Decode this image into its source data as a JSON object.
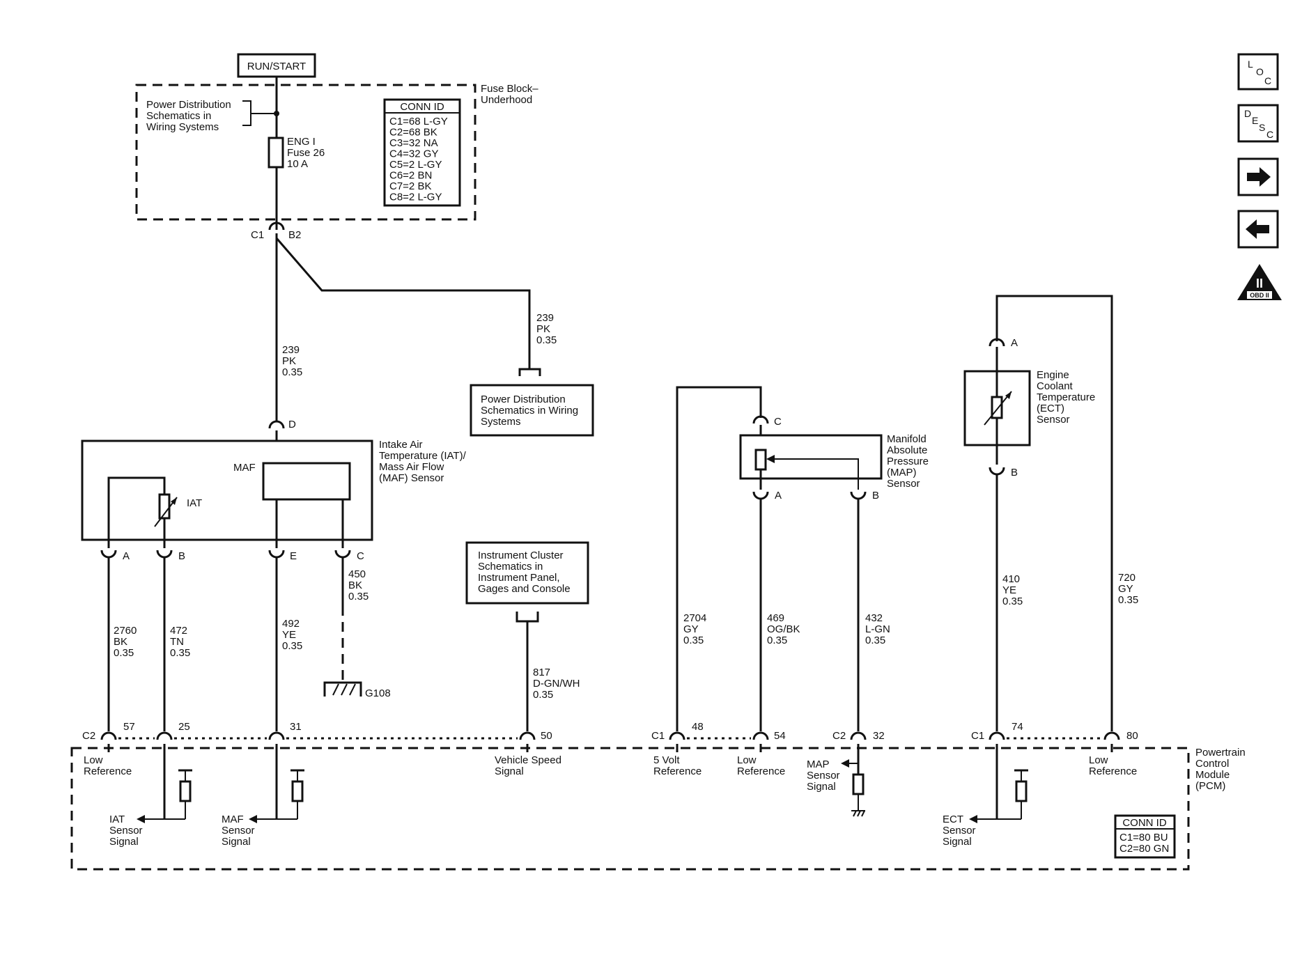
{
  "power_source": "RUN/START",
  "fuse_block": {
    "title_line1": "Fuse Block–",
    "title_line2": "Underhood",
    "ref_line1": "Power Distribution",
    "ref_line2": "Schematics in",
    "ref_line3": "Wiring Systems",
    "fuse_line1": "ENG I",
    "fuse_line2": "Fuse 26",
    "fuse_line3": "10 A",
    "conn_id": {
      "title": "CONN ID",
      "rows": [
        "C1=68 L-GY",
        "C2=68 BK",
        "C3=32 NA",
        "C4=32 GY",
        "C5=2 L-GY",
        "C6=2 BN",
        "C7=2 BK",
        "C8=2 L-GY"
      ]
    },
    "connector": "C1",
    "pin": "B2"
  },
  "wire_239_main": {
    "circuit": "239",
    "color": "PK",
    "size": "0.35"
  },
  "wire_239_branch": {
    "circuit": "239",
    "color": "PK",
    "size": "0.35"
  },
  "power_dist_ref": {
    "line1": "Power Distribution",
    "line2": "Schematics in Wiring",
    "line3": "Systems"
  },
  "maf_sensor": {
    "line1": "Intake Air",
    "line2": "Temperature (IAT)/",
    "line3": "Mass Air Flow",
    "line4": "(MAF) Sensor",
    "maf_label": "MAF",
    "iat_label": "IAT",
    "pin_top": "D",
    "pins": [
      "A",
      "B",
      "E",
      "C"
    ]
  },
  "wires_lower": [
    {
      "circuit": "2760",
      "color": "BK",
      "size": "0.35"
    },
    {
      "circuit": "472",
      "color": "TN",
      "size": "0.35"
    },
    {
      "circuit": "492",
      "color": "YE",
      "size": "0.35"
    },
    {
      "circuit": "450",
      "color": "BK",
      "size": "0.35"
    }
  ],
  "ground": "G108",
  "instrument_cluster": {
    "line1": "Instrument Cluster",
    "line2": "Schematics in",
    "line3": "Instrument Panel,",
    "line4": "Gages and Console"
  },
  "wire_817": {
    "circuit": "817",
    "color": "D-GN/WH",
    "size": "0.35"
  },
  "map_sensor": {
    "line1": "Manifold",
    "line2": "Absolute",
    "line3": "Pressure",
    "line4": "(MAP)",
    "line5": "Sensor",
    "pin_c": "C",
    "pin_a": "A",
    "pin_b": "B"
  },
  "wire_2704": {
    "circuit": "2704",
    "color": "GY",
    "size": "0.35"
  },
  "wire_469": {
    "circuit": "469",
    "color": "OG/BK",
    "size": "0.35"
  },
  "wire_432": {
    "circuit": "432",
    "color": "L-GN",
    "size": "0.35"
  },
  "ect_sensor": {
    "line1": "Engine",
    "line2": "Coolant",
    "line3": "Temperature",
    "line4": "(ECT)",
    "line5": "Sensor",
    "pin_a": "A",
    "pin_b": "B"
  },
  "wire_410": {
    "circuit": "410",
    "color": "YE",
    "size": "0.35"
  },
  "wire_720": {
    "circuit": "720",
    "color": "GY",
    "size": "0.35"
  },
  "pcm": {
    "line1": "Powertrain",
    "line2": "Control",
    "line3": "Module",
    "line4": "(PCM)",
    "conn_c2_left": "C2",
    "pin_57": "57",
    "pin_25": "25",
    "pin_31": "31",
    "pin_50": "50",
    "conn_c1_mid": "C1",
    "pin_48": "48",
    "pin_54": "54",
    "conn_c2_mid": "C2",
    "pin_32": "32",
    "conn_c1_right": "C1",
    "pin_74": "74",
    "pin_80": "80",
    "low_ref_1_l1": "Low",
    "low_ref_1_l2": "Reference",
    "iat_sig_l1": "IAT",
    "iat_sig_l2": "Sensor",
    "iat_sig_l3": "Signal",
    "maf_sig_l1": "MAF",
    "maf_sig_l2": "Sensor",
    "maf_sig_l3": "Signal",
    "vss_l1": "Vehicle Speed",
    "vss_l2": "Signal",
    "vref_l1": "5 Volt",
    "vref_l2": "Reference",
    "low_ref_2_l1": "Low",
    "low_ref_2_l2": "Reference",
    "map_sig_l1": "MAP",
    "map_sig_l2": "Sensor",
    "map_sig_l3": "Signal",
    "ect_sig_l1": "ECT",
    "ect_sig_l2": "Sensor",
    "ect_sig_l3": "Signal",
    "low_ref_3_l1": "Low",
    "low_ref_3_l2": "Reference",
    "conn_id": {
      "title": "CONN ID",
      "rows": [
        "C1=80 BU",
        "C2=80 GN"
      ]
    }
  },
  "nav": {
    "loc": [
      "L",
      "O",
      "C"
    ],
    "desc": [
      "D",
      "E",
      "S",
      "C"
    ],
    "obd_roman": "II",
    "obd_text": "OBD II",
    "next_icon": "arrow-right-icon",
    "prev_icon": "arrow-left-icon"
  }
}
